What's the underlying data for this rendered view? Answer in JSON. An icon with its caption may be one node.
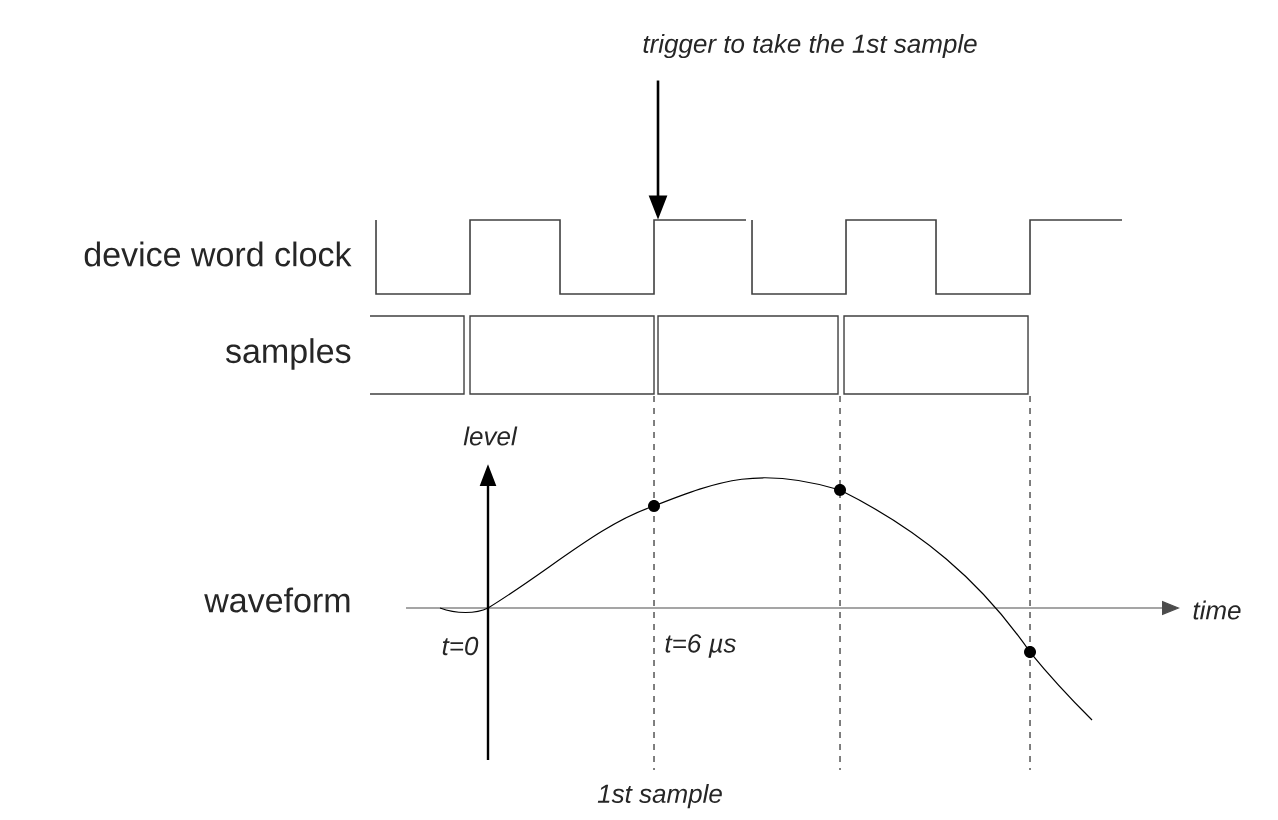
{
  "diagram": {
    "nodes": [
      {
        "text": [
          "trigger to take the 1st sample"
        ]
      },
      {
        "text": [],
        "shape": "picture",
        "beside": [
          "device word clock"
        ]
      }
    ],
    "edges": [
      {
        "from": 0,
        "to": 1,
        "arrow": "to"
      }
    ],
    "labels": [
      "samples",
      "level",
      "waveform",
      "time",
      "t=0",
      "t=6 µs",
      "1st sample"
    ]
  }
}
